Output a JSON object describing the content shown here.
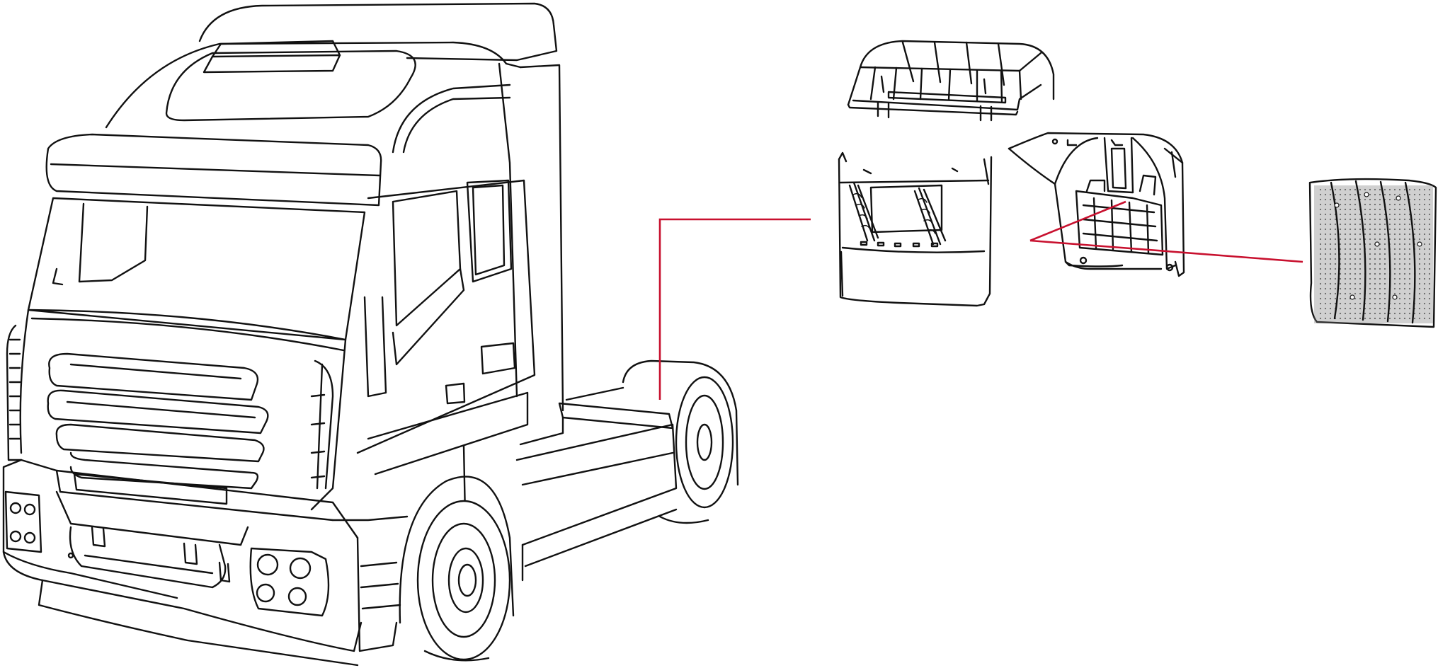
{
  "diagram": {
    "colors": {
      "line": "#111111",
      "leader": "#c8102e",
      "background": "#ffffff"
    },
    "parts": [
      {
        "name": "truck-cab"
      },
      {
        "name": "mudguard-top-cover"
      },
      {
        "name": "mudguard-front-panel"
      },
      {
        "name": "mudguard-rear-bracket"
      },
      {
        "name": "anti-spray-mat"
      }
    ]
  }
}
